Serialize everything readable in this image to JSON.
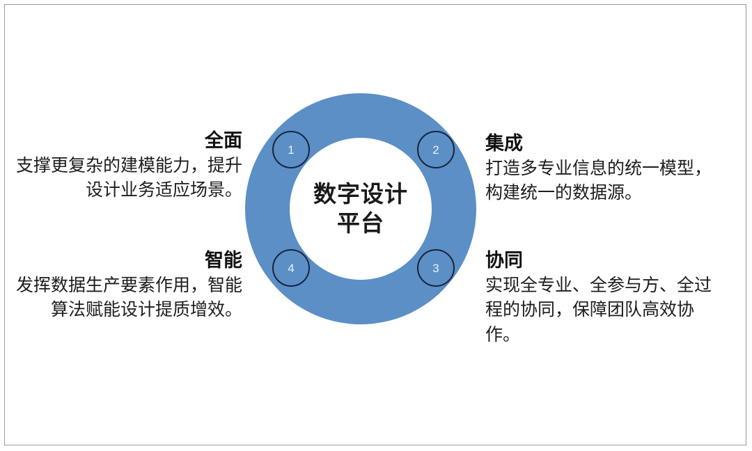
{
  "diagram": {
    "type": "donut-cycle",
    "center": {
      "line1": "数字设计",
      "line2": "平台"
    },
    "ring_color": "#5b8fc6",
    "node_border_color": "#17243f",
    "node_number_color": "#e9f1fa",
    "nodes": [
      {
        "number": "1",
        "position": "top-left"
      },
      {
        "number": "2",
        "position": "top-right"
      },
      {
        "number": "3",
        "position": "bottom-right"
      },
      {
        "number": "4",
        "position": "bottom-left"
      }
    ],
    "blocks": [
      {
        "id": "comprehensive",
        "number": "1",
        "heading": "全面",
        "body": "支撑更复杂的建模能力，提升设计业务适应场景。",
        "align": "right"
      },
      {
        "id": "integration",
        "number": "2",
        "heading": "集成",
        "body": "打造多专业信息的统一模型，构建统一的数据源。",
        "align": "left"
      },
      {
        "id": "collaboration",
        "number": "3",
        "heading": "协同",
        "body": "实现全专业、全参与方、全过程的协同，保障团队高效协作。",
        "align": "left"
      },
      {
        "id": "intelligent",
        "number": "4",
        "heading": "智能",
        "body": "发挥数据生产要素作用，智能算法赋能设计提质增效。",
        "align": "right"
      }
    ]
  }
}
